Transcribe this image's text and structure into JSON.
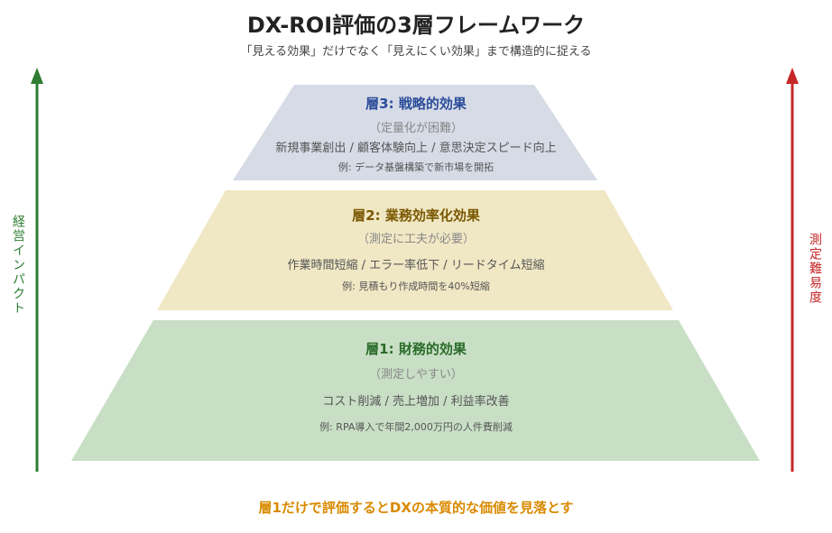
{
  "title": "DX-ROI評価の3層フレームワーク",
  "subtitle": "「見える効果」だけでなく「見えにくい効果」まで構造的に捉える",
  "left_axis": {
    "label": "経営インパクト",
    "color": "#2e7d32"
  },
  "right_axis": {
    "label": "測定難易度",
    "color": "#c62828"
  },
  "layers": [
    {
      "title": "層3: 戦略的効果",
      "note": "（定量化が困難）",
      "items": "新規事業創出 / 顧客体験向上 / 意思決定スピード向上",
      "example": "例: データ基盤構築で新市場を開拓",
      "fill": "#d6dbe6",
      "color": "#2b4c9b"
    },
    {
      "title": "層2: 業務効率化効果",
      "note": "（測定に工夫が必要）",
      "items": "作業時間短縮 / エラー率低下 / リードタイム短縮",
      "example": "例: 見積もり作成時間を40%短縮",
      "fill": "#f0e7c4",
      "color": "#7a5800"
    },
    {
      "title": "層1: 財務的効果",
      "note": "（測定しやすい）",
      "items": "コスト削減 / 売上増加 / 利益率改善",
      "example": "例: RPA導入で年間2,000万円の人件費削減",
      "fill": "#c8dfc5",
      "color": "#2a6b2a"
    }
  ],
  "footer": "層1だけで評価するとDXの本質的な価値を見落とす"
}
